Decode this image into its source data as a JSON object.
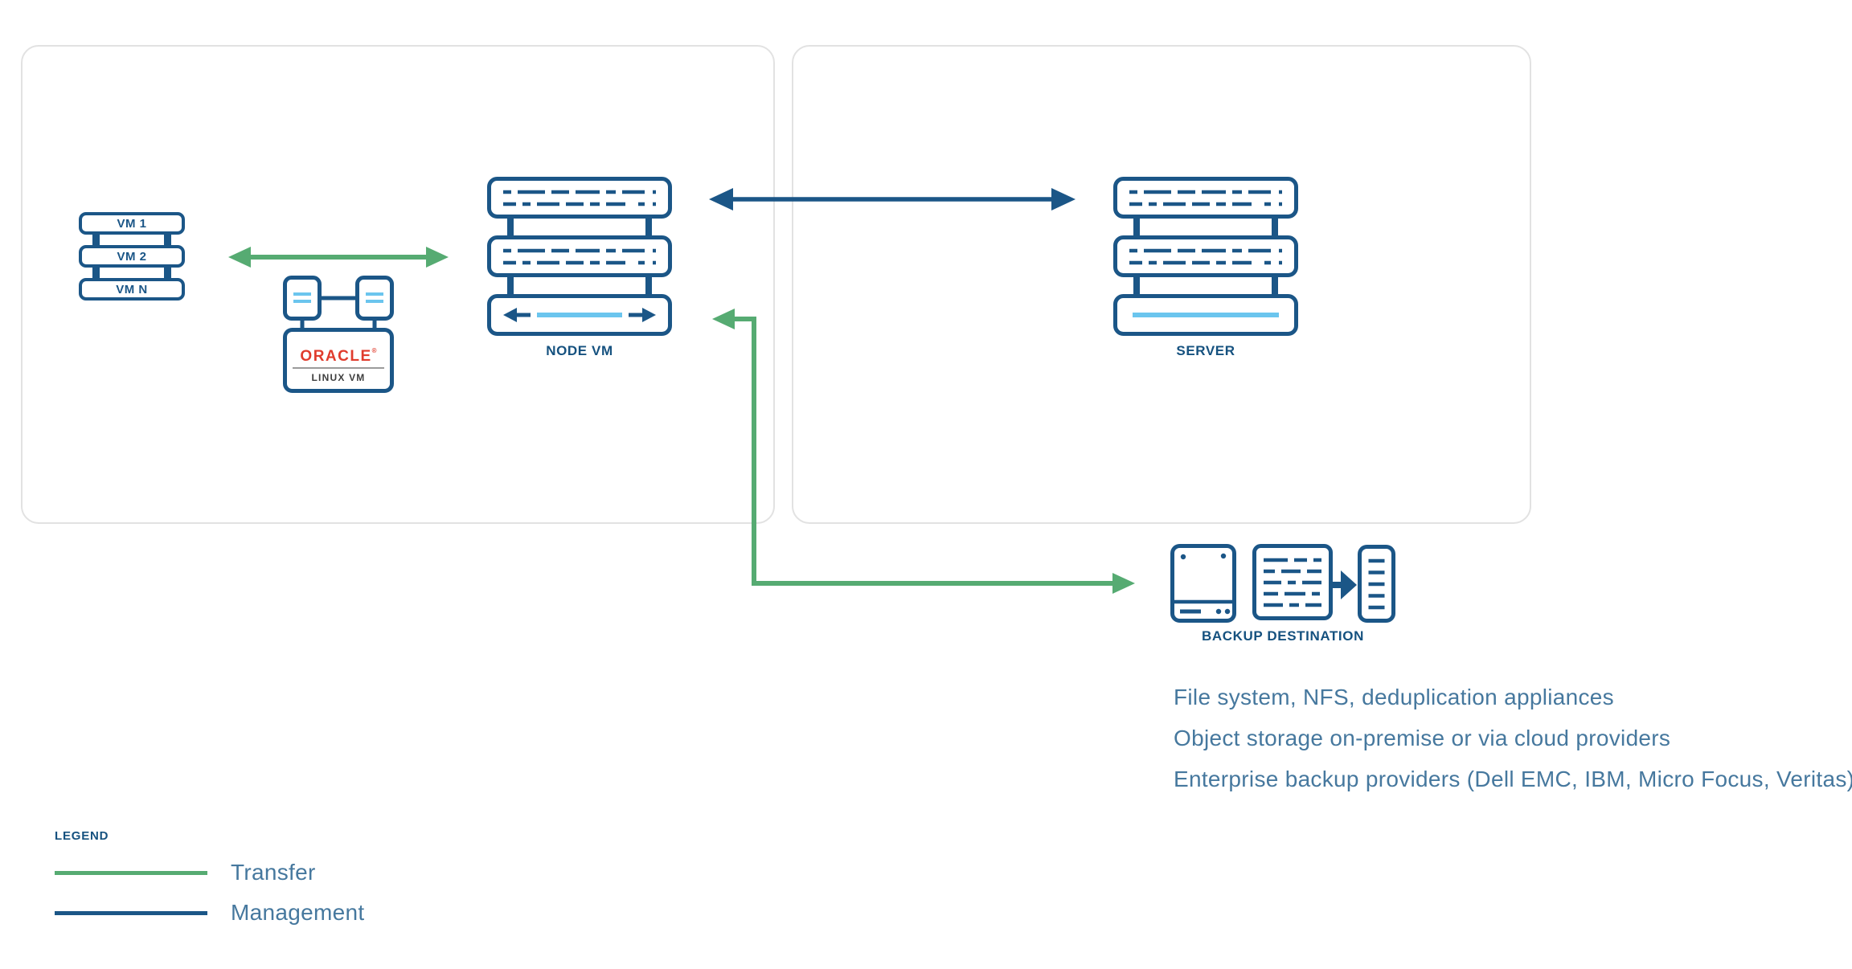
{
  "colors": {
    "navy": "#1b5687",
    "green": "#56ab72",
    "light_blue": "#6bc5ee",
    "steel_text": "#46789e",
    "panel_border": "#e2e2e2",
    "oracle_red": "#e03c2d"
  },
  "left_panel": {
    "vm_stack": {
      "items": [
        "VM 1",
        "VM 2",
        "VM N"
      ]
    },
    "oracle": {
      "brand": "ORACLE",
      "registered": "®",
      "label": "LINUX VM"
    },
    "node_vm": {
      "label": "NODE VM"
    }
  },
  "right_panel": {
    "server": {
      "label": "SERVER"
    }
  },
  "backup": {
    "label": "BACKUP DESTINATION",
    "lines": [
      "File system, NFS, deduplication appliances",
      "Object storage on-premise or via cloud providers",
      "Enterprise backup providers (Dell EMC, IBM, Micro Focus, Veritas)"
    ]
  },
  "legend": {
    "title": "LEGEND",
    "items": [
      {
        "label": "Transfer",
        "color": "#56ab72"
      },
      {
        "label": "Management",
        "color": "#1b5687"
      }
    ]
  }
}
